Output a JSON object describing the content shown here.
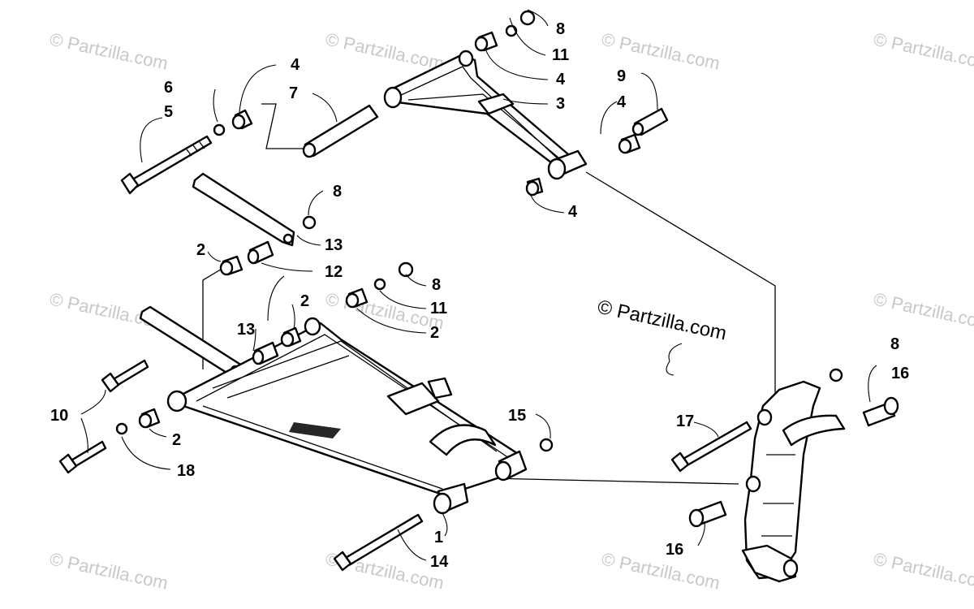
{
  "watermark": "© Partzilla.com",
  "copyright": "© Partzilla.com",
  "callouts": {
    "c1": "1",
    "c2a": "2",
    "c2b": "2",
    "c2c": "2",
    "c2d": "2",
    "c3": "3",
    "c4a": "4",
    "c4b": "4",
    "c4c": "4",
    "c4d": "4",
    "c5": "5",
    "c6": "6",
    "c7": "7",
    "c8a": "8",
    "c8b": "8",
    "c8c": "8",
    "c8d": "8",
    "c9": "9",
    "c10": "10",
    "c11a": "11",
    "c11b": "11",
    "c12": "12",
    "c13a": "13",
    "c13b": "13",
    "c14": "14",
    "c15": "15",
    "c16a": "16",
    "c16b": "16",
    "c17": "17",
    "c18": "18"
  },
  "colors": {
    "line": "#000000",
    "watermark": "#c8c8c8",
    "background": "#ffffff"
  }
}
